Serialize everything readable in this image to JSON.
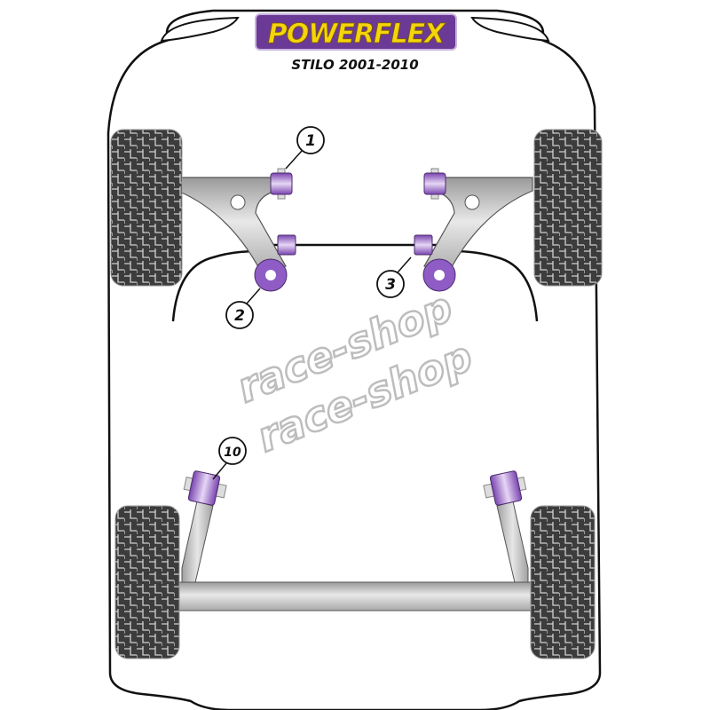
{
  "logo": {
    "brand": "POWERFLEX",
    "model": "STILO 2001-2010"
  },
  "watermark": {
    "text": "race-shop"
  },
  "callouts": [
    {
      "id": "1",
      "label": "1"
    },
    {
      "id": "2",
      "label": "2"
    },
    {
      "id": "3",
      "label": "3"
    },
    {
      "id": "10",
      "label": "10"
    }
  ],
  "colors": {
    "bush": "#8e5cc4",
    "arm": "#c8c8c8",
    "logo_bg": "#6b3a97",
    "logo_text": "#f4d40a",
    "tyre": "#3c3c3c"
  }
}
